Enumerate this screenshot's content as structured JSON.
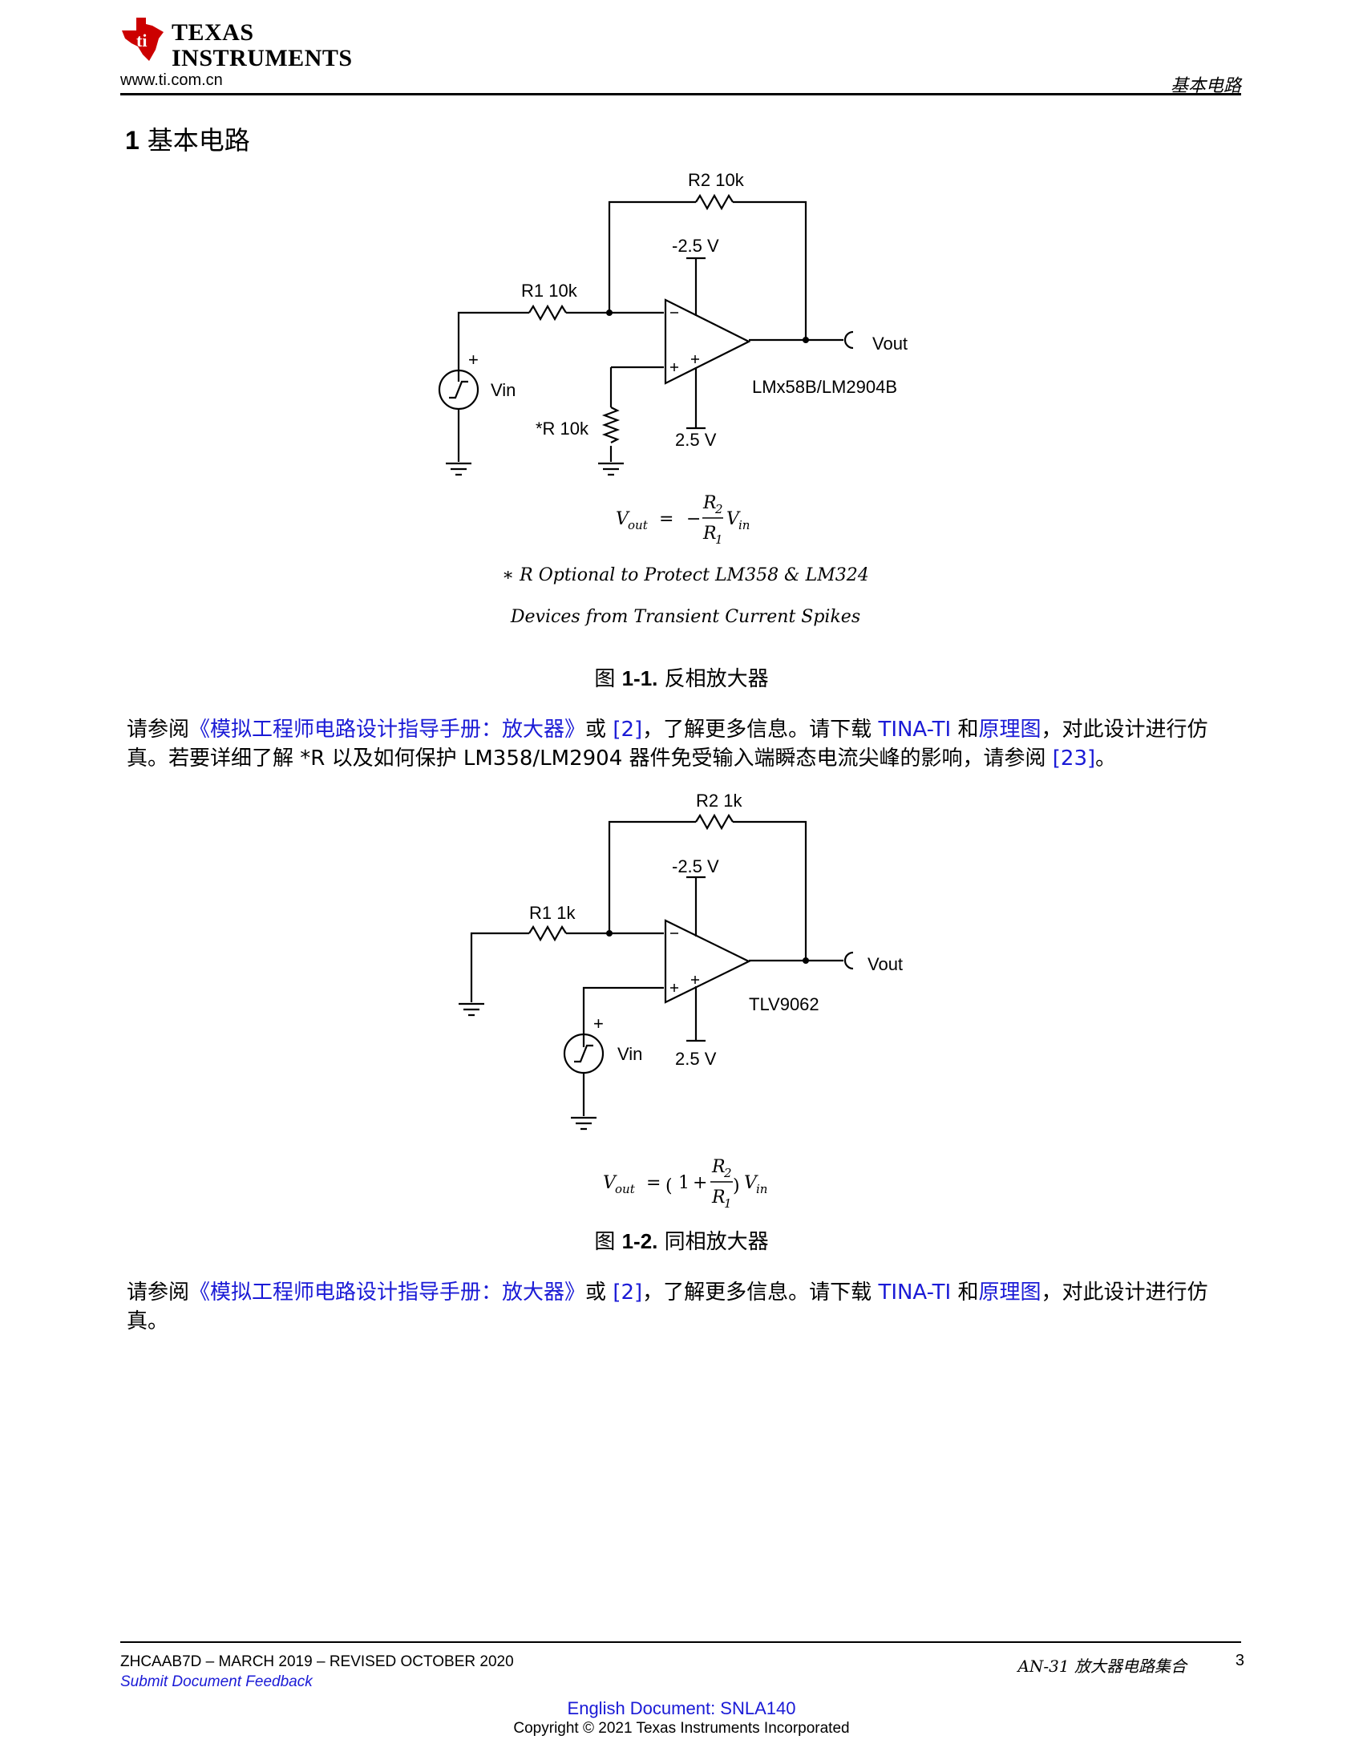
{
  "header": {
    "logo_line1": "TEXAS",
    "logo_line2": "INSTRUMENTS",
    "url": "www.ti.com.cn",
    "section_name": "基本电路"
  },
  "section": {
    "number": "1",
    "title": "基本电路"
  },
  "figure1": {
    "r2_label": "R2 10k",
    "r1_label": "R1 10k",
    "r_opt_label": "*R 10k",
    "neg_supply": "-2.5 V",
    "pos_supply": "2.5 V",
    "vin_label": "Vin",
    "vout_label": "Vout",
    "part_label": "LMx58B/LM2904B",
    "plus_sign": "+",
    "note_line1": "∗ R Optional to Protect LM358 & LM324",
    "note_line2": "Devices from Transient Current Spikes",
    "caption_prefix": "图",
    "caption_num": "1-1.",
    "caption_text": "反相放大器"
  },
  "paragraph1": {
    "t1": "请参阅",
    "link1": "《模拟工程师电路设计指导手册：放大器》",
    "t2": "或",
    "link2": "[2]",
    "t3": "，了解更多信息。请下载",
    "link3": "TINA-TI",
    "t4": "和",
    "link4": "原理图",
    "t5": "，对此设计进行仿真。若要详细了解 *R 以及如何保护 LM358/LM2904 器件免受输入端瞬态电流尖峰的影响，请参阅",
    "link5": "[23]",
    "t6": "。"
  },
  "figure2": {
    "r2_label": "R2 1k",
    "r1_label": "R1 1k",
    "neg_supply": "-2.5 V",
    "pos_supply": "2.5 V",
    "vin_label": "Vin",
    "vout_label": "Vout",
    "part_label": "TLV9062",
    "plus_sign": "+",
    "caption_prefix": "图",
    "caption_num": "1-2.",
    "caption_text": "同相放大器"
  },
  "paragraph2": {
    "t1": "请参阅",
    "link1": "《模拟工程师电路设计指导手册：放大器》",
    "t2": "或",
    "link2": "[2]",
    "t3": "，了解更多信息。请下载",
    "link3": "TINA-TI",
    "t4": "和",
    "link4": "原理图",
    "t5": "，对此设计进行仿真。"
  },
  "footer": {
    "doc_id": "ZHCAAB7D – MARCH 2019 – REVISED OCTOBER 2020",
    "feedback": "Submit Document Feedback",
    "doc_title": "AN-31 放大器电路集合",
    "page": "3",
    "english_doc": "English Document: SNLA140",
    "copyright": "Copyright © 2021 Texas Instruments Incorporated"
  }
}
